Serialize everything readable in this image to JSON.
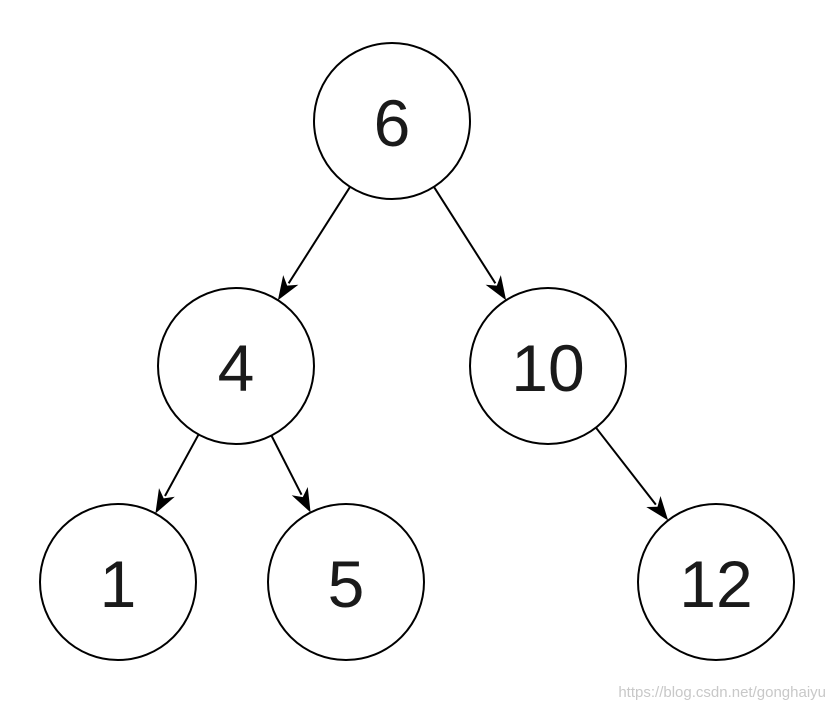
{
  "diagram": {
    "type": "binary-tree",
    "nodes": [
      {
        "id": "n6",
        "label": "6"
      },
      {
        "id": "n4",
        "label": "4"
      },
      {
        "id": "n10",
        "label": "10"
      },
      {
        "id": "n1",
        "label": "1"
      },
      {
        "id": "n5",
        "label": "5"
      },
      {
        "id": "n12",
        "label": "12"
      }
    ],
    "edges": [
      {
        "from": "n6",
        "to": "n4"
      },
      {
        "from": "n6",
        "to": "n10"
      },
      {
        "from": "n4",
        "to": "n1"
      },
      {
        "from": "n4",
        "to": "n5"
      },
      {
        "from": "n10",
        "to": "n12"
      }
    ],
    "colors": {
      "stroke": "#000000",
      "text": "#1a1a1a",
      "background": "#ffffff"
    }
  },
  "watermark": {
    "text": "https://blog.csdn.net/gonghaiyu"
  }
}
